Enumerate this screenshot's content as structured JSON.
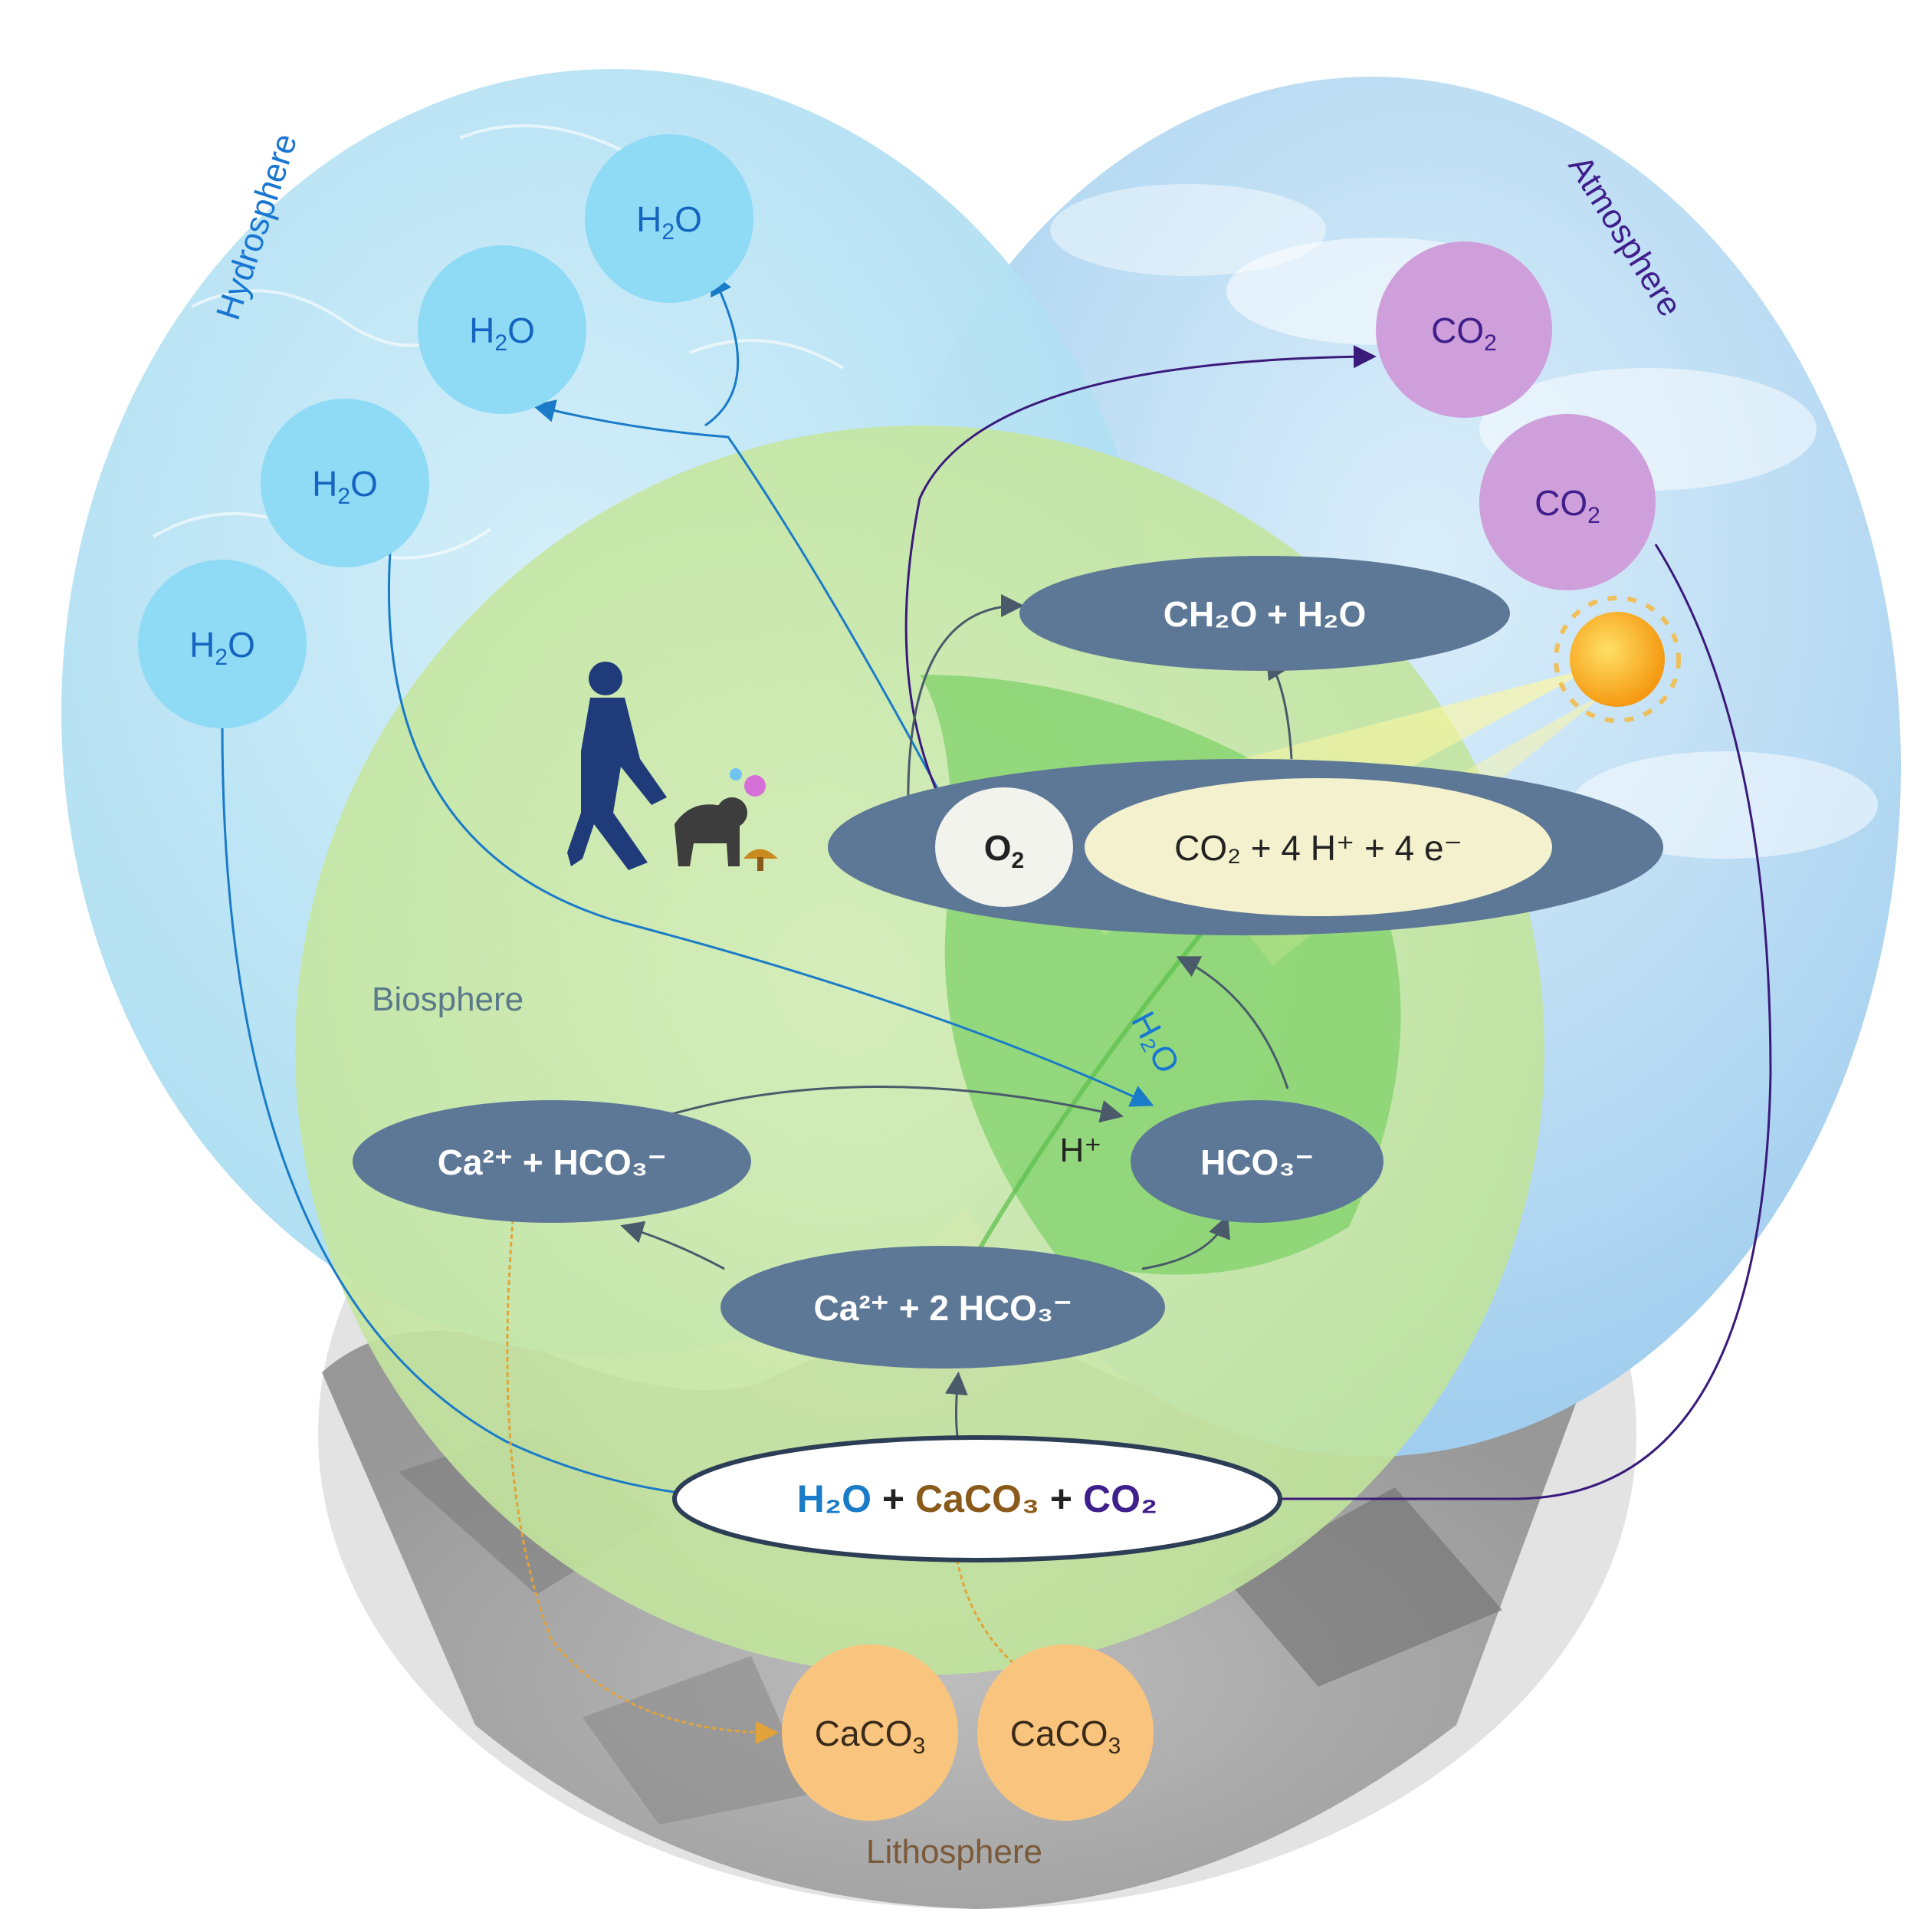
{
  "spheres": {
    "hydrosphere": "Hydrosphere",
    "atmosphere": "Atmosphere",
    "biosphere": "Biosphere",
    "lithosphere": "Lithosphere"
  },
  "colors": {
    "water_node": "#8fdaf5",
    "co2_node": "#cf9fdb",
    "caco3_node": "#f9c57e",
    "process_node": "#5d7896",
    "water_arrow": "#1a7bc8",
    "co2_arrow": "#3a1a7a",
    "caco3_arrow": "#e2a33a",
    "hydro_text": "#1976d2",
    "atmo_text": "#3f1f8c",
    "litho_text": "#7a5a3a"
  },
  "nodes": {
    "h2o": {
      "base": "H",
      "sub": "2",
      "tail": "O"
    },
    "co2": {
      "base": "CO",
      "sub": "2"
    },
    "caco3": {
      "base": "CaCO",
      "sub": "3"
    },
    "ch2o_h2o": "CH₂O + H₂O",
    "o2": {
      "base": "O",
      "sub": "2"
    },
    "co2_h_e": "CO₂ + 4 H⁺ + 4 e⁻",
    "ca_hco3": "Ca²⁺ + HCO₃⁻",
    "hco3": "HCO₃⁻",
    "h_plus": "H⁺",
    "ca_2hco3": "Ca²⁺ + 2 HCO₃⁻",
    "h2o_leaf_label": "H₂O",
    "reaction": {
      "h2o": "H₂O",
      "plus1": " + ",
      "caco3": "CaCO₃",
      "plus2": " + ",
      "co2": "CO₂"
    }
  }
}
